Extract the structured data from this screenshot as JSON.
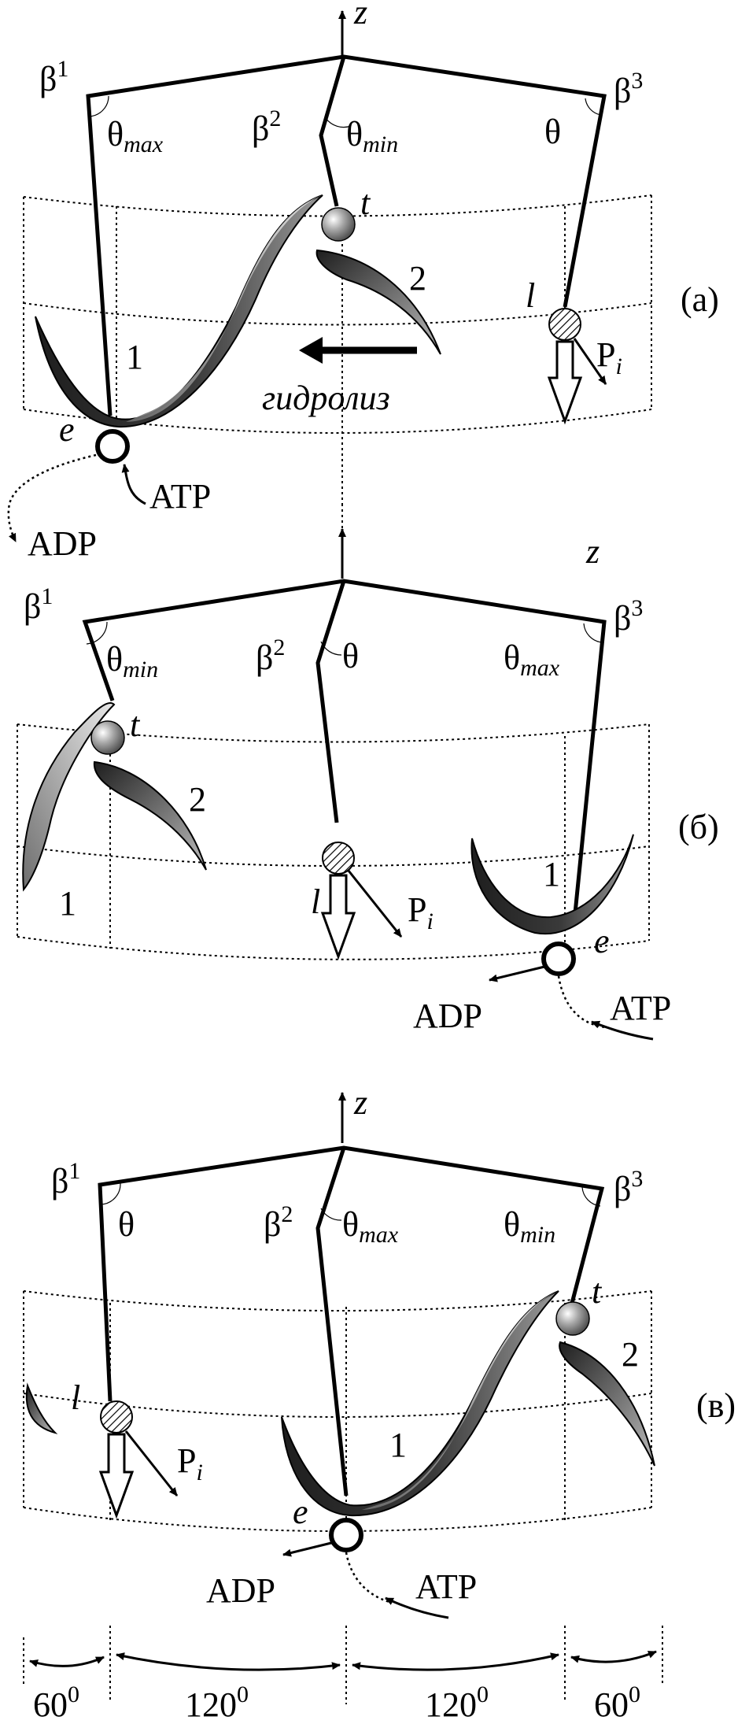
{
  "axis_label": "z",
  "beta": "β",
  "theta": "θ",
  "sup": {
    "one": "1",
    "two": "2",
    "three": "3"
  },
  "sub": {
    "max": "max",
    "min": "min",
    "i": "i"
  },
  "site": {
    "t": "t",
    "l": "l",
    "e": "e"
  },
  "subunit": {
    "one": "1",
    "two": "2"
  },
  "Pi": "P",
  "ATP": "ATP",
  "ADP": "ADP",
  "hydrolysis": "гидролиз",
  "panels": {
    "a": "(a)",
    "b": "(б)",
    "v": "(в)"
  },
  "angles": {
    "deg60": "60",
    "deg120": "120",
    "deg_sup": "0"
  },
  "colors": {
    "ink": "#000000",
    "subunit_dark": "#2a2a2a",
    "subunit_light": "#b5b5b5",
    "ball": "#8c8c8c"
  }
}
